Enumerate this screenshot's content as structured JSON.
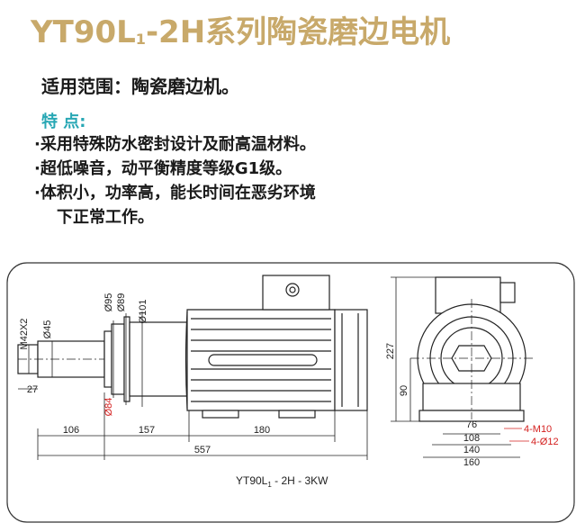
{
  "header": {
    "title_main": "YT90L",
    "title_sub": "1",
    "title_rest": "-2H系列陶瓷磨边电机",
    "title_color": "#c8a96a"
  },
  "scope": {
    "text": "适用范围：陶瓷磨边机。"
  },
  "features": {
    "heading": "特  点:",
    "heading_color": "#27a7b4",
    "items": [
      "·采用特殊防水密封设计及耐高温材料。",
      "·超低噪音，动平衡精度等级G1级。",
      "·体积小，功率高，能长时间在恶劣环境",
      "下正常工作。"
    ]
  },
  "drawing": {
    "dims_bottom": [
      "106",
      "157",
      "180",
      "557"
    ],
    "dims_vertical": [
      "M42X2",
      "Ø45",
      "27",
      "Ø95",
      "Ø89",
      "Ø101",
      "Ø84"
    ],
    "dims_end": [
      "227",
      "90",
      "76",
      "108",
      "140",
      "160",
      "4-M10",
      "4-Ø12"
    ],
    "model_label_main": "YT90L",
    "model_label_sub": "1",
    "model_label_rest": " - 2H - 3KW",
    "accent_red": "#d4201f"
  }
}
